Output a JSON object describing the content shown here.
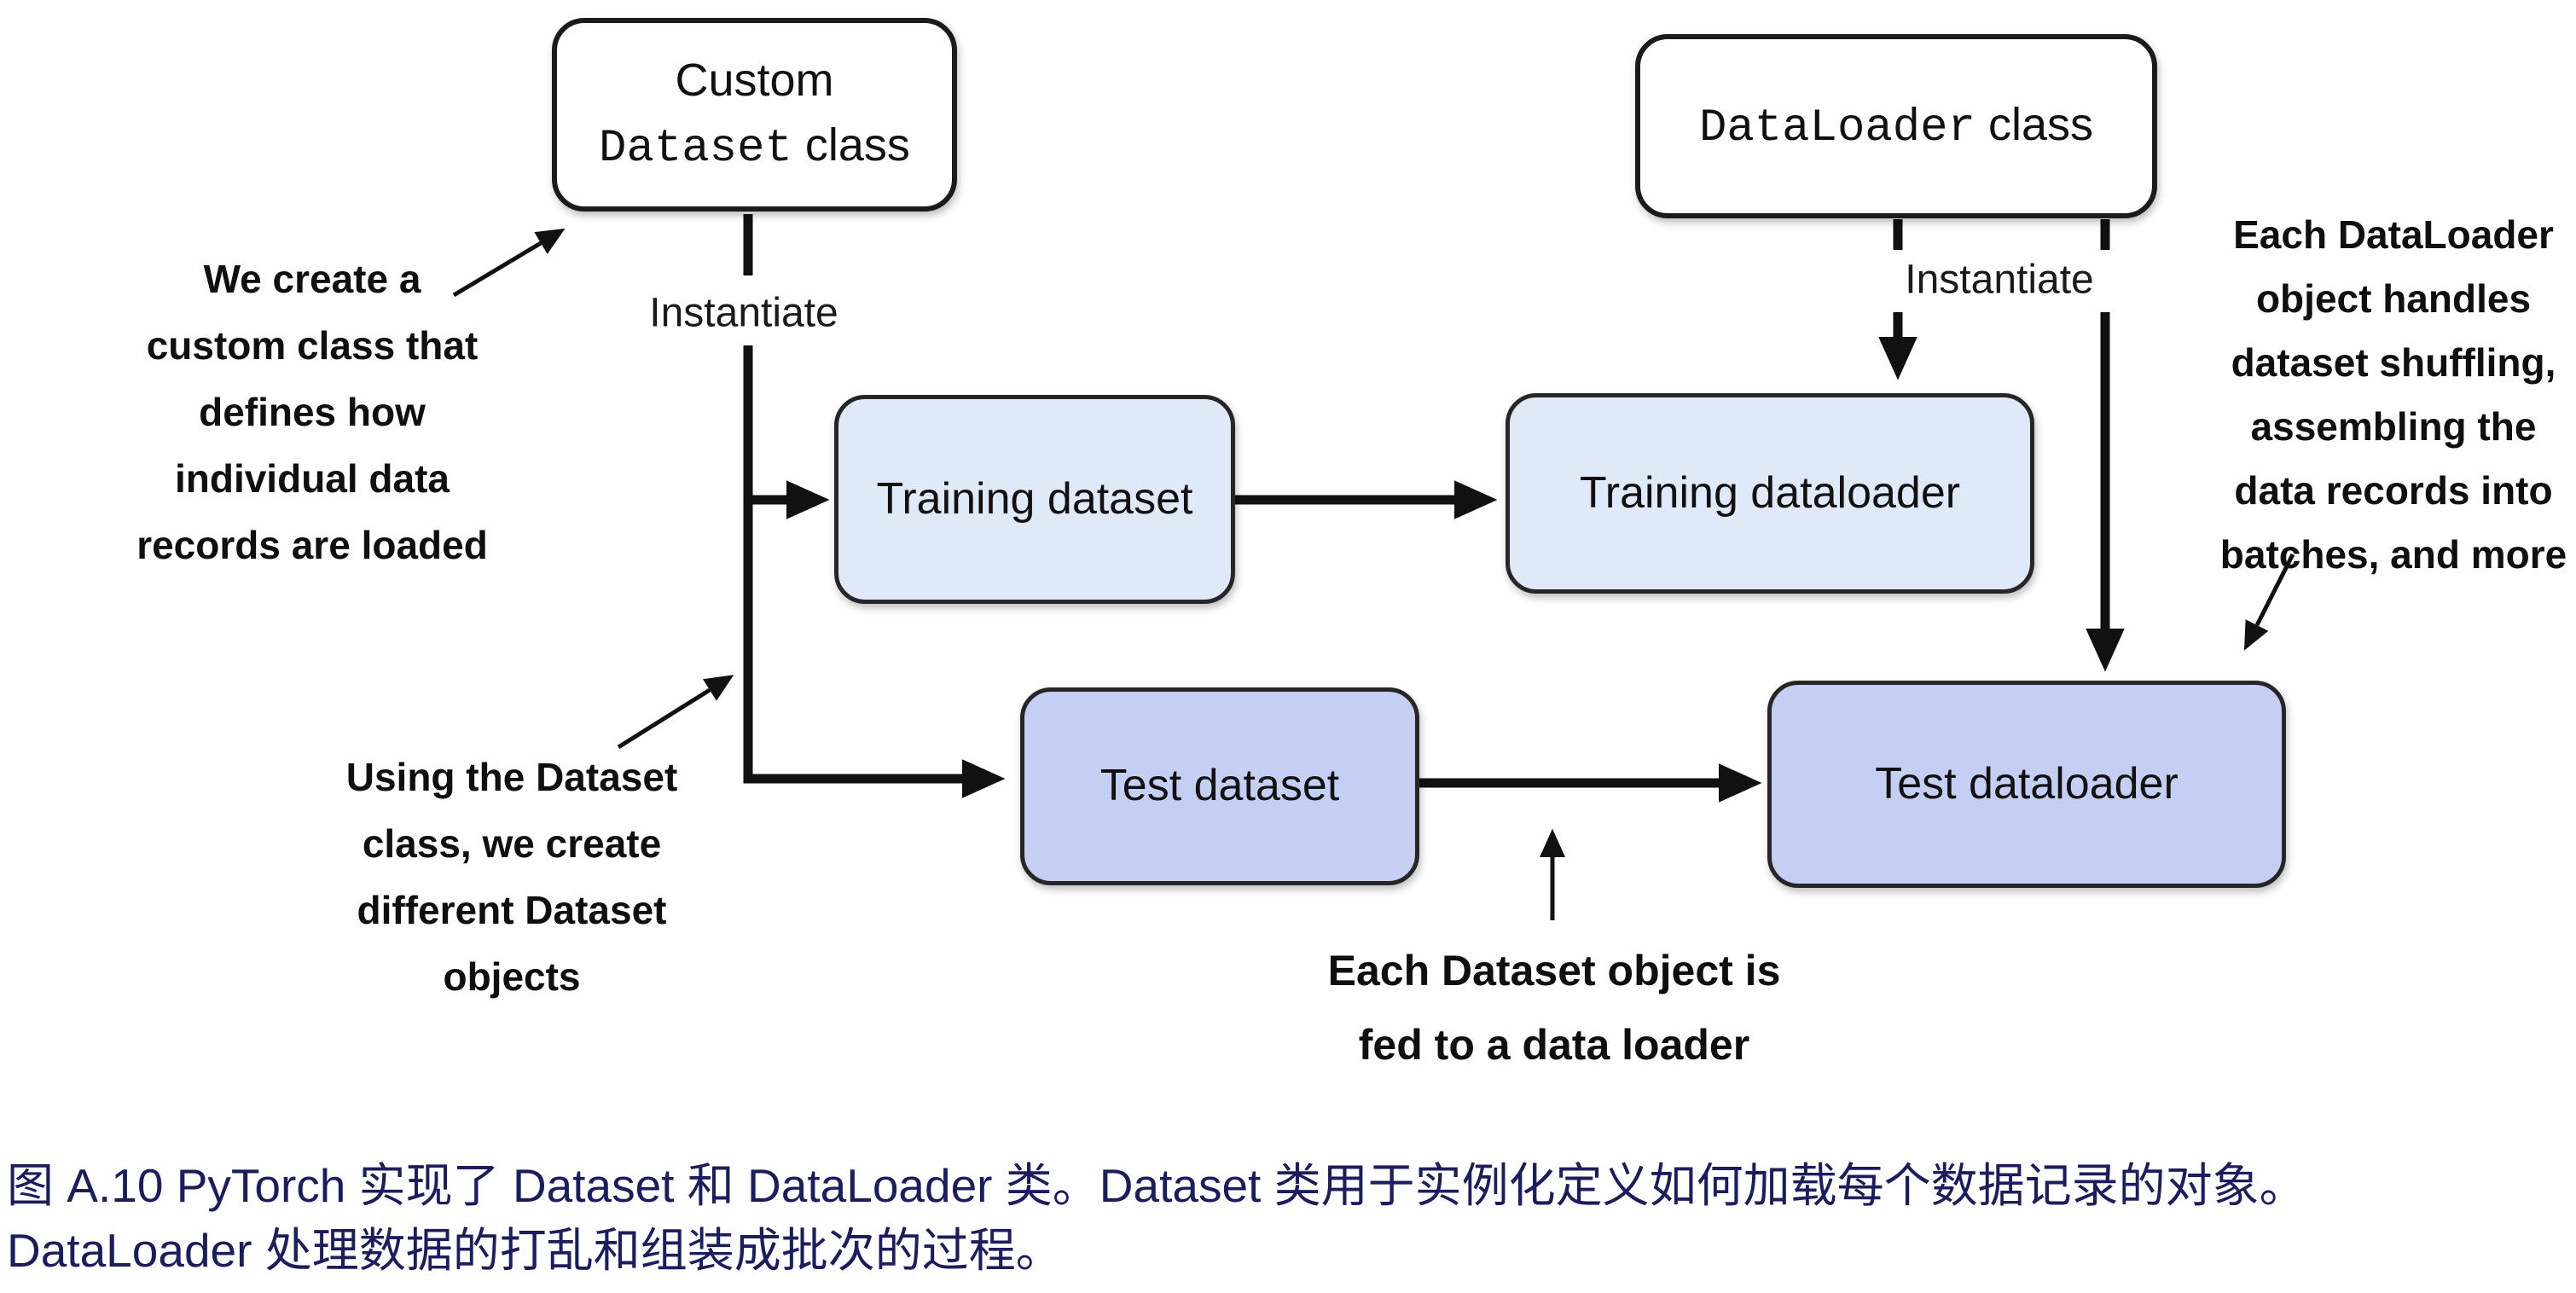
{
  "figure": {
    "boxes": {
      "custom_dataset": {
        "line1": "Custom",
        "code": "Dataset",
        "rest": " class"
      },
      "dataloader": {
        "code": "DataLoader",
        "rest": " class"
      },
      "training_dataset": {
        "label": "Training dataset"
      },
      "training_dataloader": {
        "label": "Training dataloader"
      },
      "test_dataset": {
        "label": "Test dataset"
      },
      "test_dataloader": {
        "label": "Test dataloader"
      }
    },
    "edge_labels": {
      "instantiate_left": "Instantiate",
      "instantiate_right": "Instantiate"
    },
    "annotations": {
      "left_top": {
        "lines": [
          "We create a",
          "custom class that",
          "defines how",
          "individual data",
          "records are loaded"
        ]
      },
      "left_bottom": {
        "lines": [
          "Using the Dataset",
          "class, we create",
          "different Dataset",
          "objects"
        ]
      },
      "right": {
        "lines": [
          "Each DataLoader",
          "object handles",
          "dataset shuffling,",
          "assembling the",
          "data records into",
          "batches, and more"
        ]
      },
      "bottom": {
        "lines": [
          "Each Dataset object is",
          "fed to a data loader"
        ]
      }
    }
  },
  "caption": {
    "line1": "图 A.10 PyTorch 实现了 Dataset 和 DataLoader 类。Dataset 类用于实例化定义如何加载每个数据记录的对象。",
    "line2": "DataLoader 处理数据的打乱和组装成批次的过程。"
  },
  "colors": {
    "box_light": "#dfe9f8",
    "box_periwinkle": "#c5cff4",
    "box_white": "#ffffff",
    "line": "#111111",
    "caption_text": "#1c1c5e",
    "annotation_text": "#0f0f0f"
  }
}
